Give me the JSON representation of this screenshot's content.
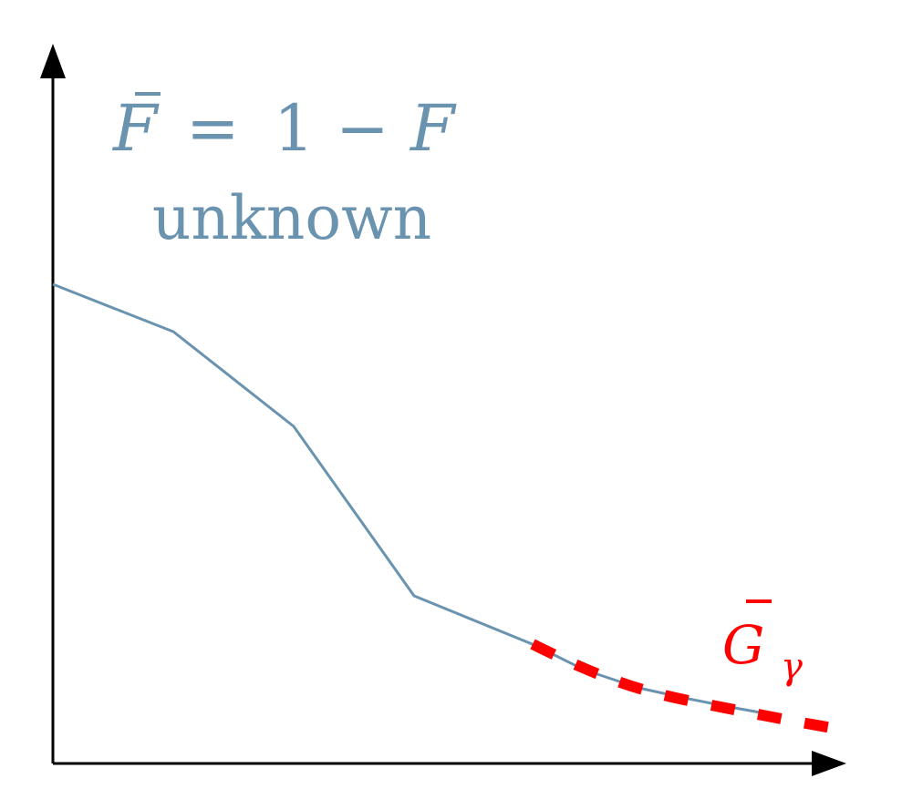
{
  "diagram": {
    "annotation": {
      "formula": "F̄ = 1 − F",
      "formula_parts": {
        "lhs": "F",
        "equals": "=",
        "one": "1",
        "minus": "−",
        "rhs": "F"
      },
      "caption": "unknown"
    },
    "tail_label": {
      "symbol": "G",
      "subscript": "γ"
    },
    "colors": {
      "axis": "#000000",
      "curve": "#6a93b0",
      "tail": "#ff0000",
      "annotation": "#6a93b0"
    }
  }
}
